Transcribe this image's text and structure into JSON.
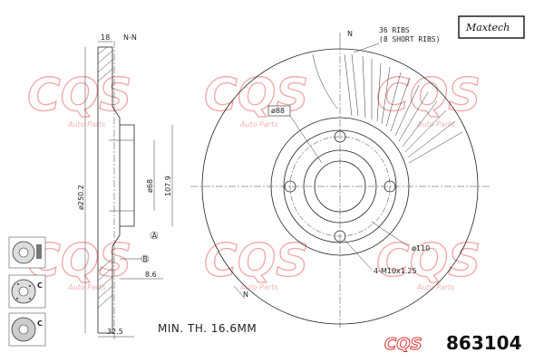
{
  "brand": {
    "maxtech_logo": "Maxtech",
    "watermark_text": "CQS",
    "watermark_sub": "Auto Parts",
    "bottom_logo": "CQS"
  },
  "part_number": "863104",
  "min_thickness_note": "MIN. TH. 16.6MM",
  "section_view": {
    "label": "N-N",
    "dims": {
      "top_width": "18",
      "diameter": "ø250.2",
      "hub_diameter": "ø68",
      "height": "107.9",
      "offset": "8.6",
      "bottom_width": "32.5"
    },
    "markers": {
      "a": "A",
      "b": "B"
    }
  },
  "front_view": {
    "section_marker": "N",
    "ribs_note_1": "36 RIBS",
    "ribs_note_2": "(8 SHORT RIBS)",
    "center_bore": "ø88",
    "bolt_circle": "ø110",
    "bolts": "4-M10x1.25"
  },
  "side_icons": [
    "plain-disc-icon",
    "drilled-disc-icon",
    "coated-disc-icon"
  ],
  "side_icon_letters": [
    "C",
    "C"
  ]
}
